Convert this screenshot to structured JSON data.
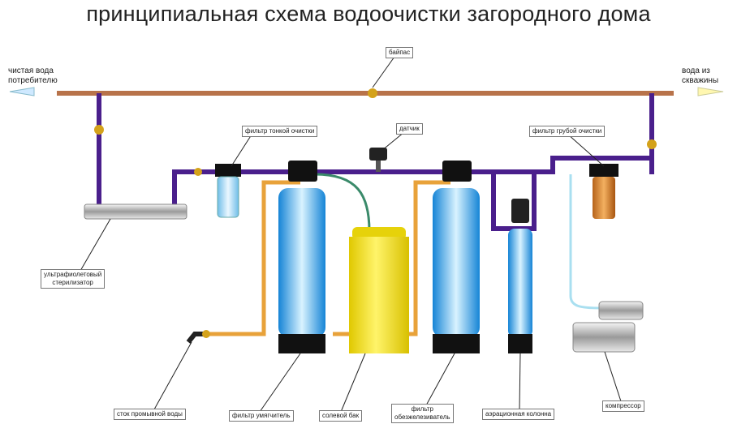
{
  "title": "принципиальная схема водоочистки загородного дома",
  "labels": {
    "clean_water": [
      "чистая вода",
      "потребителю"
    ],
    "well_water": [
      "вода из",
      "скважины"
    ],
    "bypass": "байпас",
    "sensor": "датчик",
    "fine_filter": "фильтр тонкой очистки",
    "coarse_filter": "фильтр грубой очистки",
    "uv_sterilizer": [
      "ультрафиолетовый",
      "стерилизатор"
    ],
    "drain": "сток промывной воды",
    "softener": "фильтр умягчитель",
    "salt_tank": "солевой бак",
    "iron_filter": [
      "фильтр",
      "обезжелезиватель"
    ],
    "aeration_column": "аэрационная колонна",
    "compressor": "компрессор"
  },
  "colors": {
    "main_pipe": "#b8734a",
    "filter_pipe": "#4a1f8c",
    "bypass_pipe": "#e8a23a",
    "air_pipe": "#a9dff0",
    "tank_blue": "#2aa3ee",
    "salt_yellow": "#f4e11c"
  }
}
